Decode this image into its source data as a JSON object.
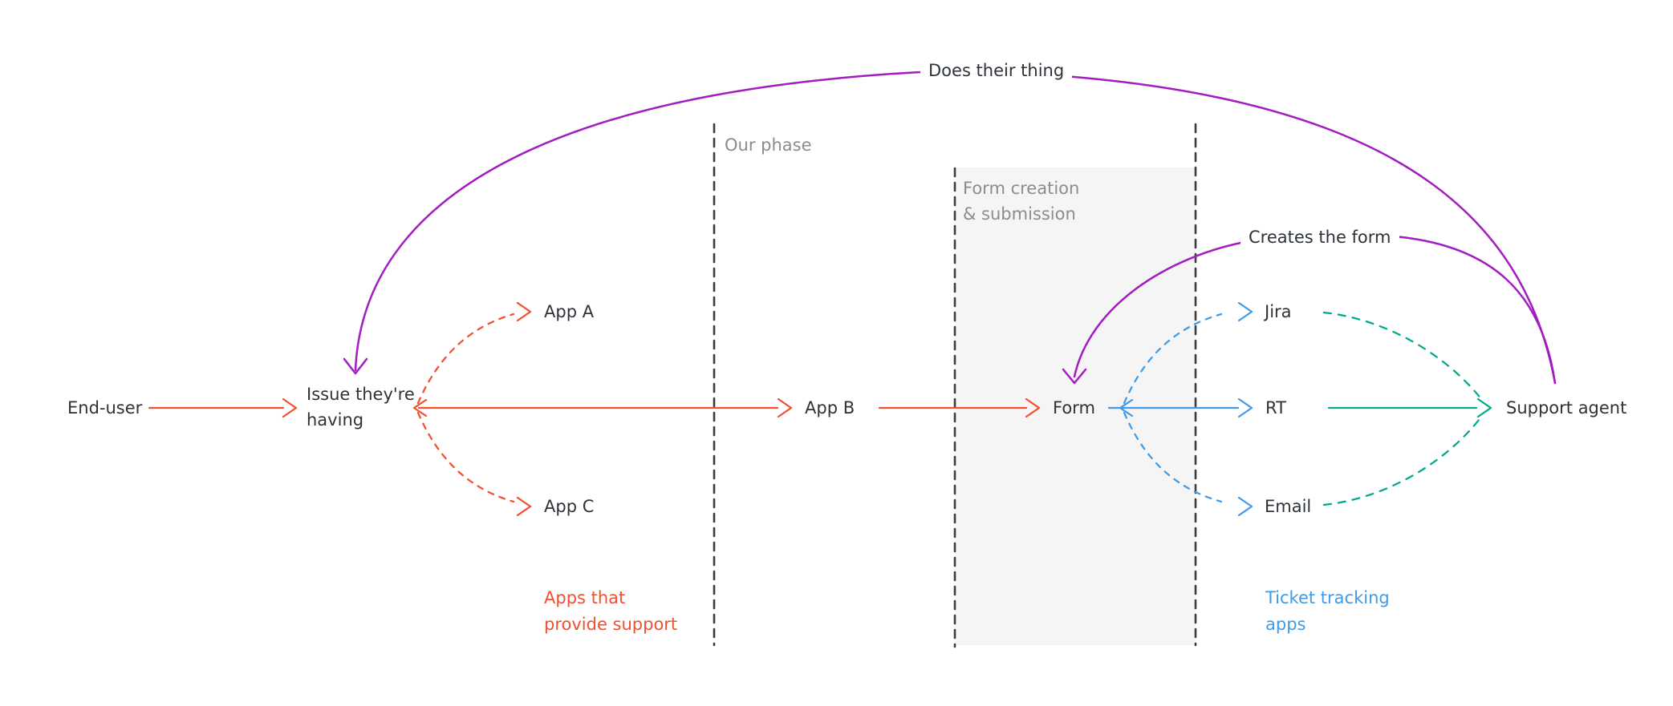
{
  "colors": {
    "red": "#f0502e",
    "purple": "#a21cc0",
    "blue": "#3f9ae8",
    "green": "#00a88d",
    "text": "#2d3338",
    "muted": "#8c8c8c",
    "box": "#f5f5f5",
    "dash": "#3d3d3d",
    "bg": "#ffffff"
  },
  "nodes": {
    "end_user": "End-user",
    "issue": [
      "Issue they're",
      "having"
    ],
    "app_a": "App A",
    "app_b": "App B",
    "app_c": "App C",
    "form": "Form",
    "jira": "Jira",
    "rt": "RT",
    "email": "Email",
    "support_agent": "Support agent"
  },
  "annotations": {
    "does_their_thing": "Does their thing",
    "creates_the_form": "Creates the form",
    "our_phase": "Our phase",
    "form_creation": [
      "Form creation",
      "& submission"
    ],
    "apps_that_provide_support": [
      "Apps that",
      "provide support"
    ],
    "ticket_tracking_apps": [
      "Ticket tracking",
      "apps"
    ]
  }
}
